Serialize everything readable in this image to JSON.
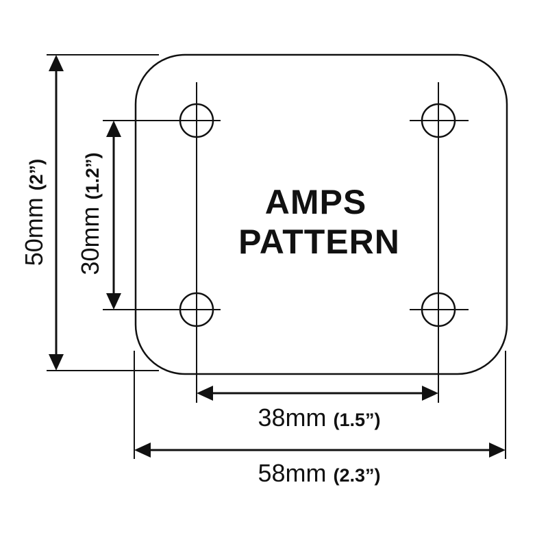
{
  "title": {
    "line1": "AMPS",
    "line2": "PATTERN"
  },
  "dimensions": {
    "overall_height": {
      "metric": "50mm",
      "imperial": "(2”)"
    },
    "hole_vertical": {
      "metric": "30mm",
      "imperial": "(1.2”)"
    },
    "hole_horizontal": {
      "metric": "38mm",
      "imperial": "(1.5”)"
    },
    "overall_width": {
      "metric": "58mm",
      "imperial": "(2.3”)"
    }
  },
  "colors": {
    "line": "#111111",
    "background": "#ffffff"
  }
}
